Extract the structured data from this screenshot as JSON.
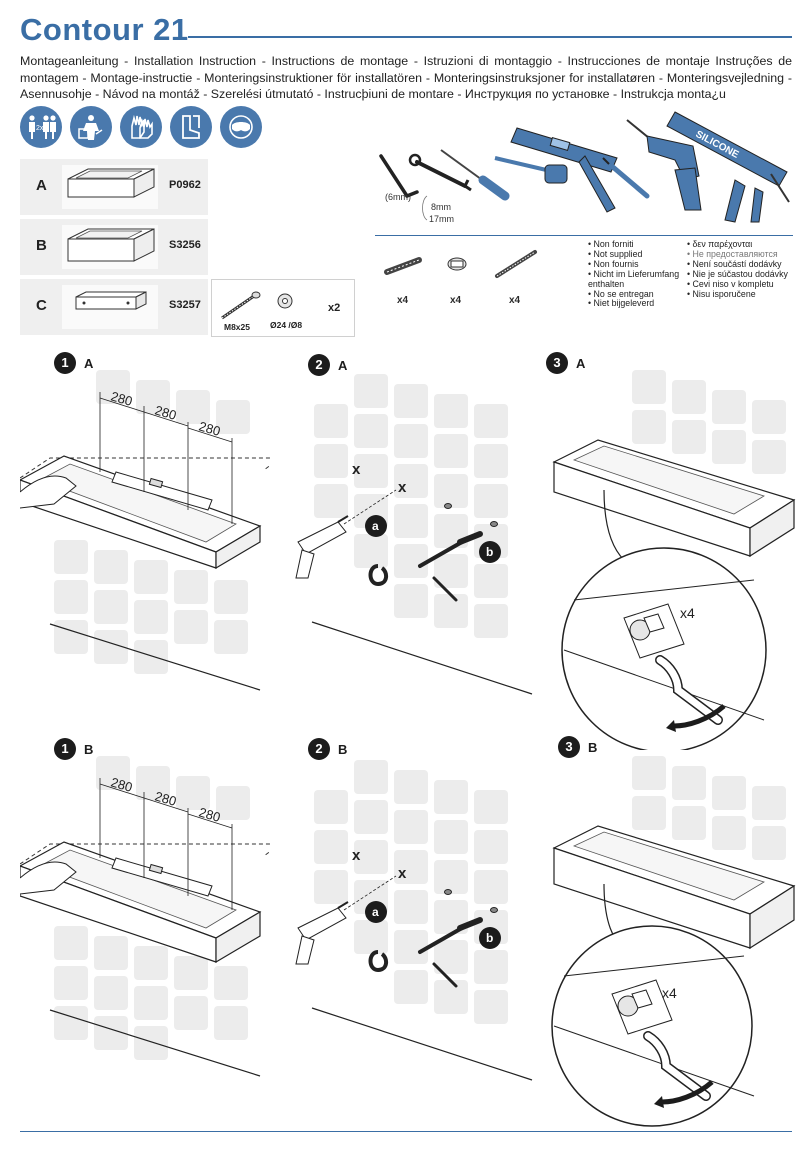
{
  "header": {
    "title": "Contour 21",
    "languages": "Montageanleitung - Installation Instruction - Instructions de montage - Istruzioni di montaggio - Instrucciones de montaje Instruções de montagem - Montage-instructie - Monteringsinstruktioner för installatören - Monteringsinstruksjoner for installatøren - Monteringsvejledning - Asennusohje -  Návod na montáž - Szerelési útmutató - Instrucþiuni de montare - Инструкция по установке - Instrukcja monta¿u"
  },
  "safety_icons": [
    "two-person-lift-icon",
    "recycle-packaging-icon",
    "gloves-icon",
    "safety-boots-icon",
    "safety-goggles-icon"
  ],
  "safety_note": "2x",
  "parts": [
    {
      "letter": "A",
      "code": "P0962",
      "icon": "basin-shallow-icon"
    },
    {
      "letter": "B",
      "code": "S3256",
      "icon": "basin-deep-icon"
    },
    {
      "letter": "C",
      "code": "S3257",
      "icon": "mounting-bracket-icon"
    }
  ],
  "hardware": {
    "screw": "M8x25",
    "washer": "Ø24 /Ø8",
    "qty": "x2"
  },
  "tools": {
    "hex_key": "(6mm)",
    "wrench_a": "8mm",
    "wrench_b": "17mm",
    "silicone": "SILICONE"
  },
  "not_supplied": {
    "items": [
      "x4",
      "x4",
      "x4"
    ],
    "col1": [
      "• Non forniti",
      "• Not supplied",
      "• Non fournis",
      "• Nicht im Lieferumfang",
      "  enthalten",
      "• No se entregan",
      "• Niet bijgeleverd"
    ],
    "col2": [
      "• δεν παρέχονται",
      "• Не предоставляются",
      "• Není součástí dodávky",
      "• Nie je súčastou dodávky",
      "• Cevi niso v kompletu",
      "• Nisu isporučene"
    ]
  },
  "steps": [
    {
      "num": "1",
      "letter": "A",
      "dims": [
        "280",
        "280",
        "280"
      ]
    },
    {
      "num": "2",
      "letter": "A",
      "labels": [
        "a",
        "b"
      ]
    },
    {
      "num": "3",
      "letter": "A",
      "qty": "x4"
    },
    {
      "num": "1",
      "letter": "B",
      "dims": [
        "280",
        "280",
        "280"
      ]
    },
    {
      "num": "2",
      "letter": "B",
      "labels": [
        "a",
        "b"
      ]
    },
    {
      "num": "3",
      "letter": "B",
      "qty": "x4"
    }
  ],
  "colors": {
    "accent": "#3a6ea5",
    "tool_blue": "#4a79ad",
    "tile": "#ececec",
    "badge": "#1c1c1c"
  }
}
